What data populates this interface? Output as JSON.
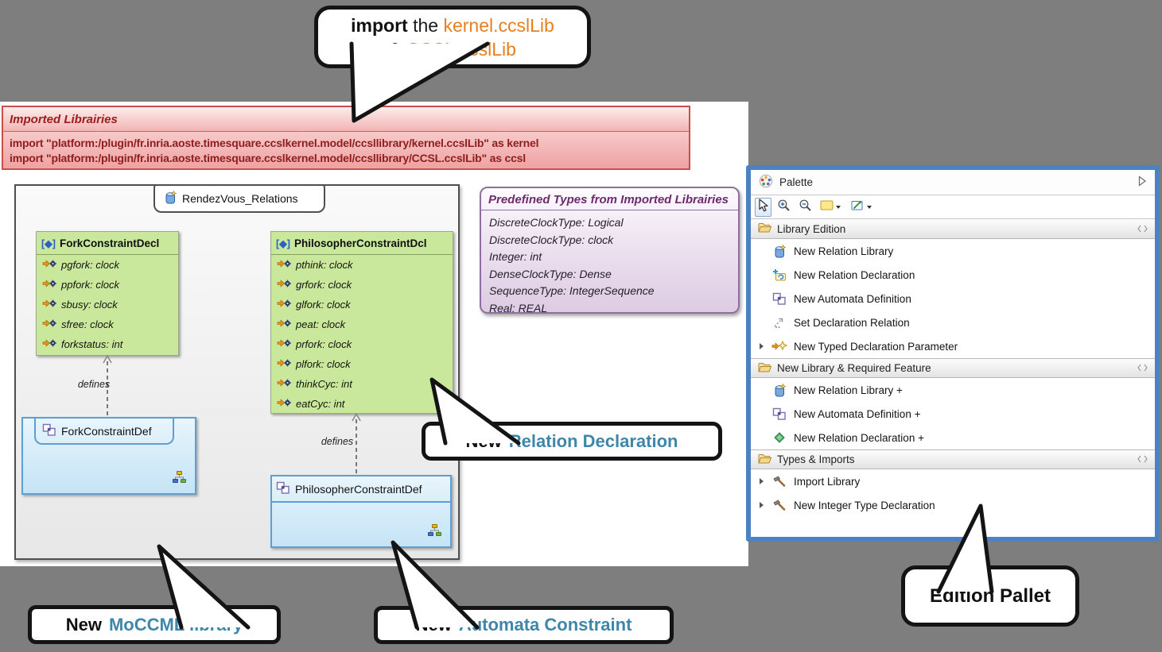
{
  "callouts": {
    "import_note": {
      "bold": "import",
      "mid": " the ",
      "lib1": "kernel.ccslLib",
      "amp": "& ",
      "lib2": "CCSL.ccslLib"
    },
    "relation_declaration": {
      "prefix": "New",
      "highlight": "Relation Declaration"
    },
    "moccml_library": {
      "prefix": "New",
      "highlight": "MoCCML library"
    },
    "automata_constraint": {
      "prefix": "New",
      "highlight": "Automata Constraint"
    },
    "edition_pallet": {
      "label": "Edition Pallet"
    }
  },
  "imported_libraries": {
    "title": "Imported Librairies",
    "lines": [
      "import \"platform:/plugin/fr.inria.aoste.timesquare.ccslkernel.model/ccsllibrary/kernel.ccslLib\" as kernel",
      "import \"platform:/plugin/fr.inria.aoste.timesquare.ccslkernel.model/ccsllibrary/CCSL.ccslLib\" as ccsl"
    ]
  },
  "diagram": {
    "tab_label": "RendezVous_Relations",
    "defines_label": "defines",
    "fork_decl": {
      "prefix": "[◆]",
      "title": "ForkConstraintDecl",
      "attributes": [
        "pgfork: clock",
        "ppfork: clock",
        "sbusy: clock",
        "sfree: clock",
        "forkstatus: int"
      ]
    },
    "philosopher_decl": {
      "prefix": "[◆]",
      "title": "PhilosopherConstraintDcl",
      "attributes": [
        "pthink: clock",
        "grfork: clock",
        "glfork: clock",
        "peat: clock",
        "prfork: clock",
        "plfork: clock",
        "thinkCyc: int",
        "eatCyc: int"
      ]
    },
    "fork_def": {
      "title": "ForkConstraintDef"
    },
    "philosopher_def": {
      "title": "PhilosopherConstraintDef"
    }
  },
  "predefined_types": {
    "title": "Predefined Types from Imported Librairies",
    "lines": [
      "DiscreteClockType: Logical",
      "DiscreteClockType: clock",
      "Integer: int",
      "DenseClockType: Dense",
      "SequenceType: IntegerSequence",
      "Real: REAL"
    ]
  },
  "palette": {
    "title": "Palette",
    "sections": [
      {
        "label": "Library Edition",
        "items": [
          {
            "label": "New Relation Library"
          },
          {
            "label": "New Relation Declaration"
          },
          {
            "label": "New Automata Definition"
          },
          {
            "label": "Set Declaration Relation"
          },
          {
            "label": "New Typed Declaration Parameter"
          }
        ]
      },
      {
        "label": "New Library & Required Feature",
        "items": [
          {
            "label": "New Relation Library +"
          },
          {
            "label": "New Automata Definition +"
          },
          {
            "label": "New Relation Declaration +"
          }
        ]
      },
      {
        "label": "Types & Imports",
        "items": [
          {
            "label": "Import Library"
          },
          {
            "label": "New Integer Type Declaration"
          }
        ]
      }
    ]
  },
  "colors": {
    "accent_orange": "#E87F1E",
    "accent_teal": "#3E86AA",
    "palette_border": "#4D82C2",
    "import_box_red": "#9E1B1B",
    "decl_green": "#C9E89C",
    "def_blue_border": "#5B9FD4",
    "types_purple": "#6D2A6D"
  }
}
